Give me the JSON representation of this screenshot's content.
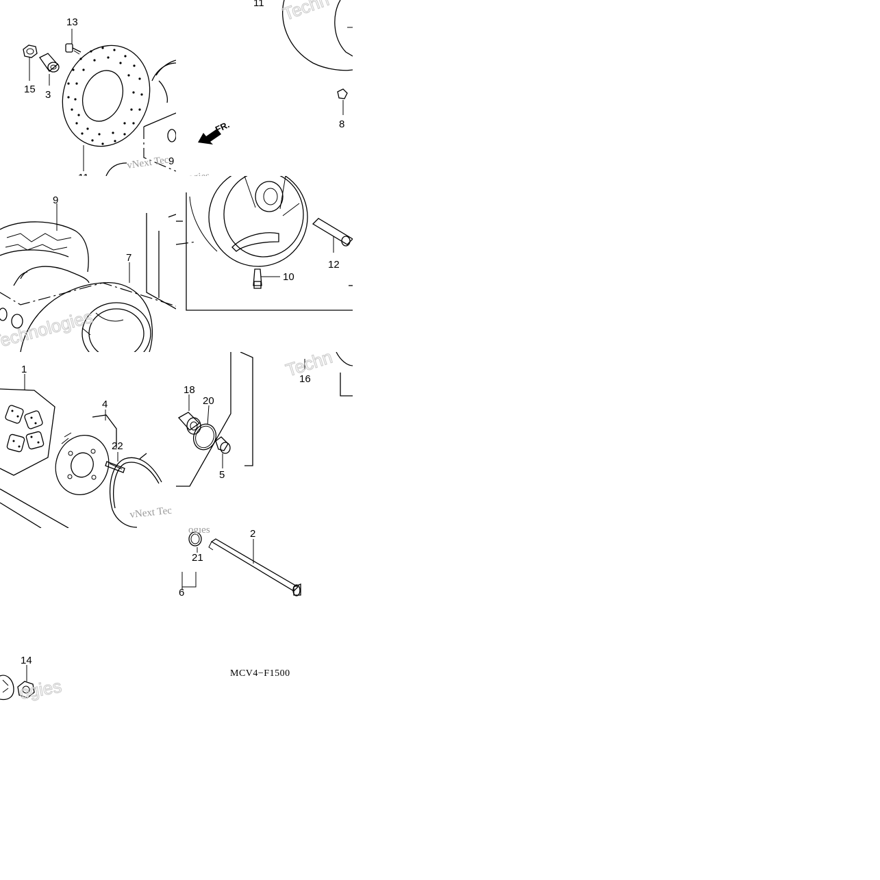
{
  "diagram": {
    "code": "MCV4−F1500",
    "fr_label": "FR.",
    "callouts": {
      "c1": "1",
      "c2": "2",
      "c3": "3",
      "c4": "4",
      "c5": "5",
      "c6": "6",
      "c7": "7",
      "c8": "8",
      "c9": "9",
      "c10": "10",
      "c11": "11",
      "c12": "12",
      "c13": "13",
      "c14": "14",
      "c15": "15",
      "c16": "16",
      "c18": "18",
      "c20": "20",
      "c21": "21",
      "c22": "22"
    },
    "watermarks": {
      "tech": "Techn",
      "vnext": "vNext Tec",
      "ogies": "ogies",
      "technologies": "Technologies"
    }
  },
  "colors": {
    "line": "#000000",
    "background": "#ffffff",
    "watermark": "#cfcfcf"
  }
}
